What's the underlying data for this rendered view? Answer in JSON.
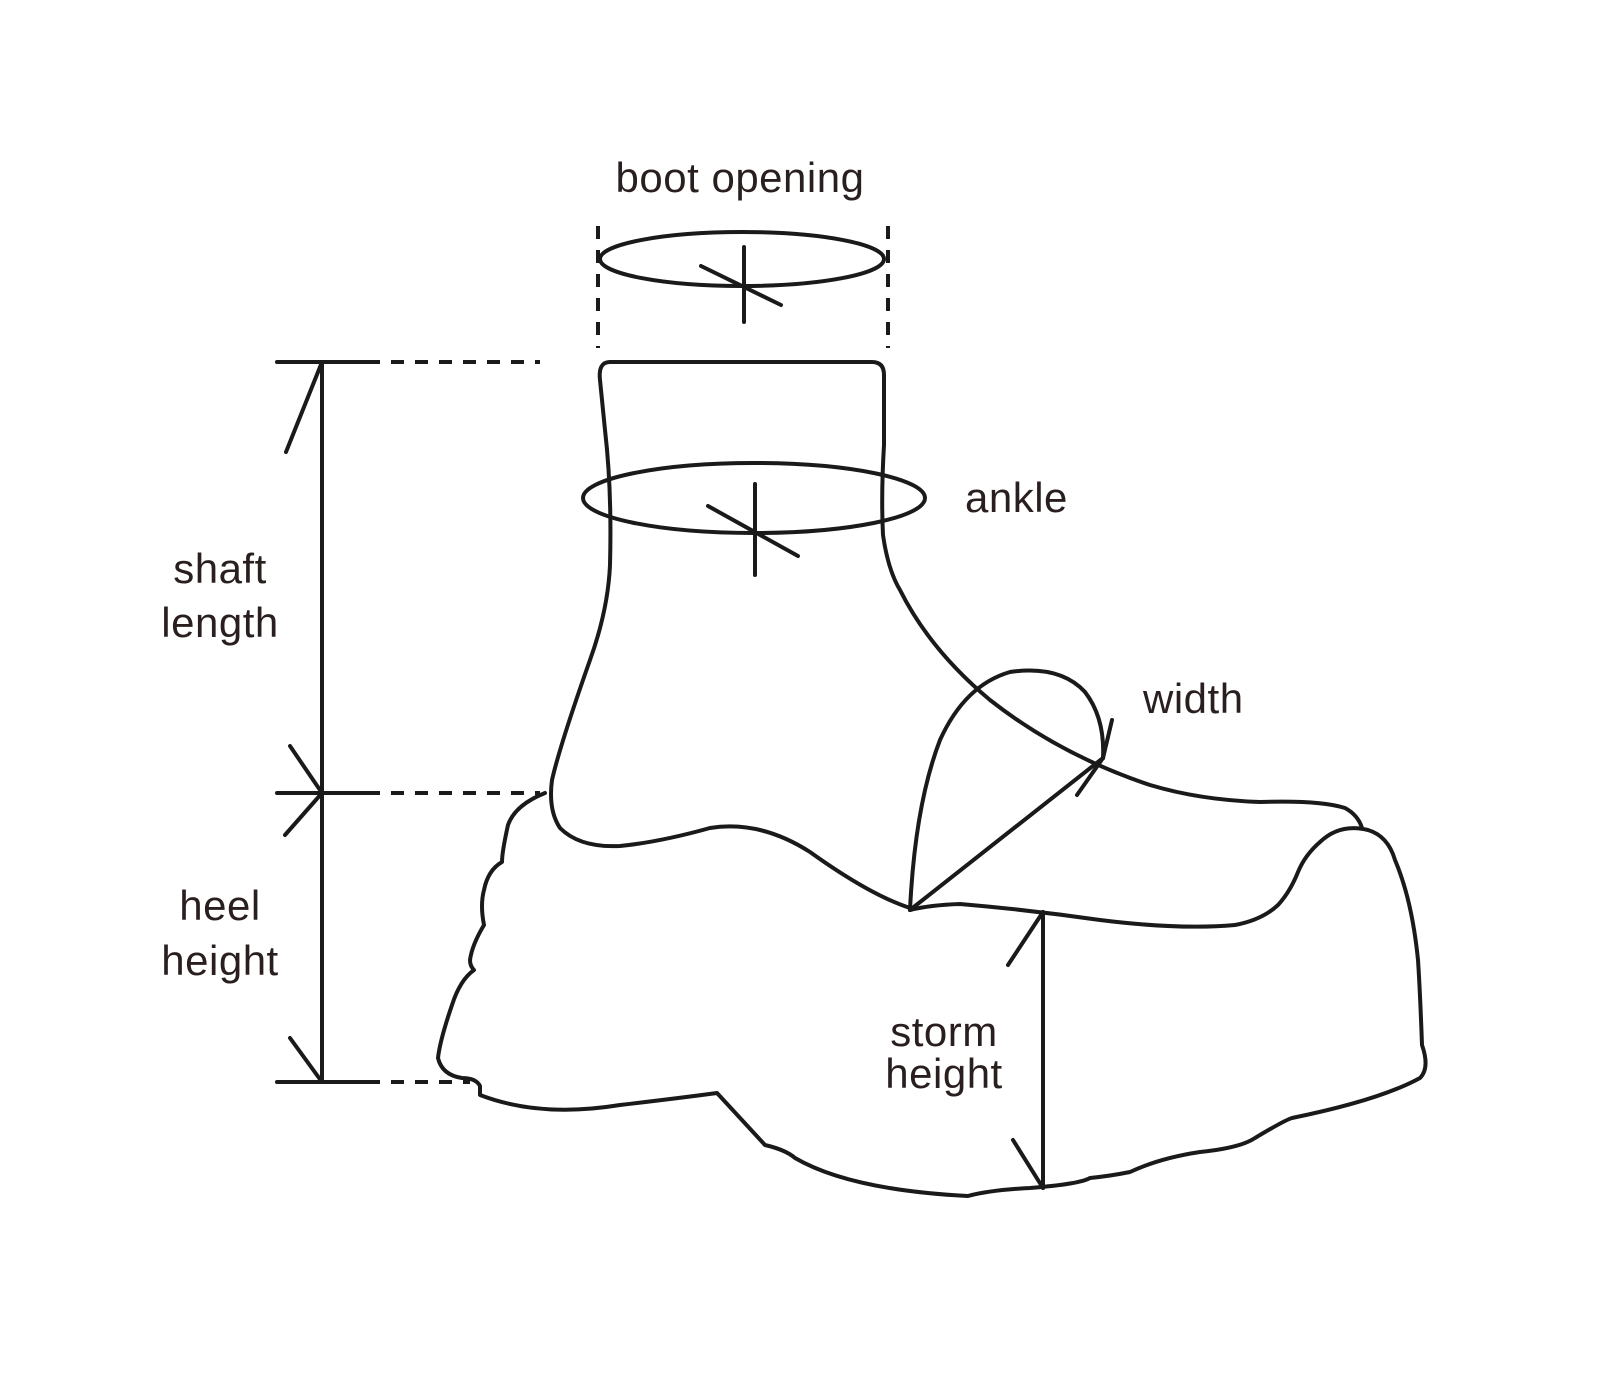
{
  "diagram": {
    "labels": {
      "boot_opening": "boot opening",
      "ankle": "ankle",
      "width": "width",
      "shaft_length_line1": "shaft",
      "shaft_length_line2": "length",
      "heel_height_line1": "heel",
      "heel_height_line2": "height",
      "storm_height_line1": "storm",
      "storm_height_line2": "height"
    },
    "colors": {
      "ink": "#1a1a1a",
      "text": "#2a1f1f",
      "background": "#ffffff"
    }
  }
}
